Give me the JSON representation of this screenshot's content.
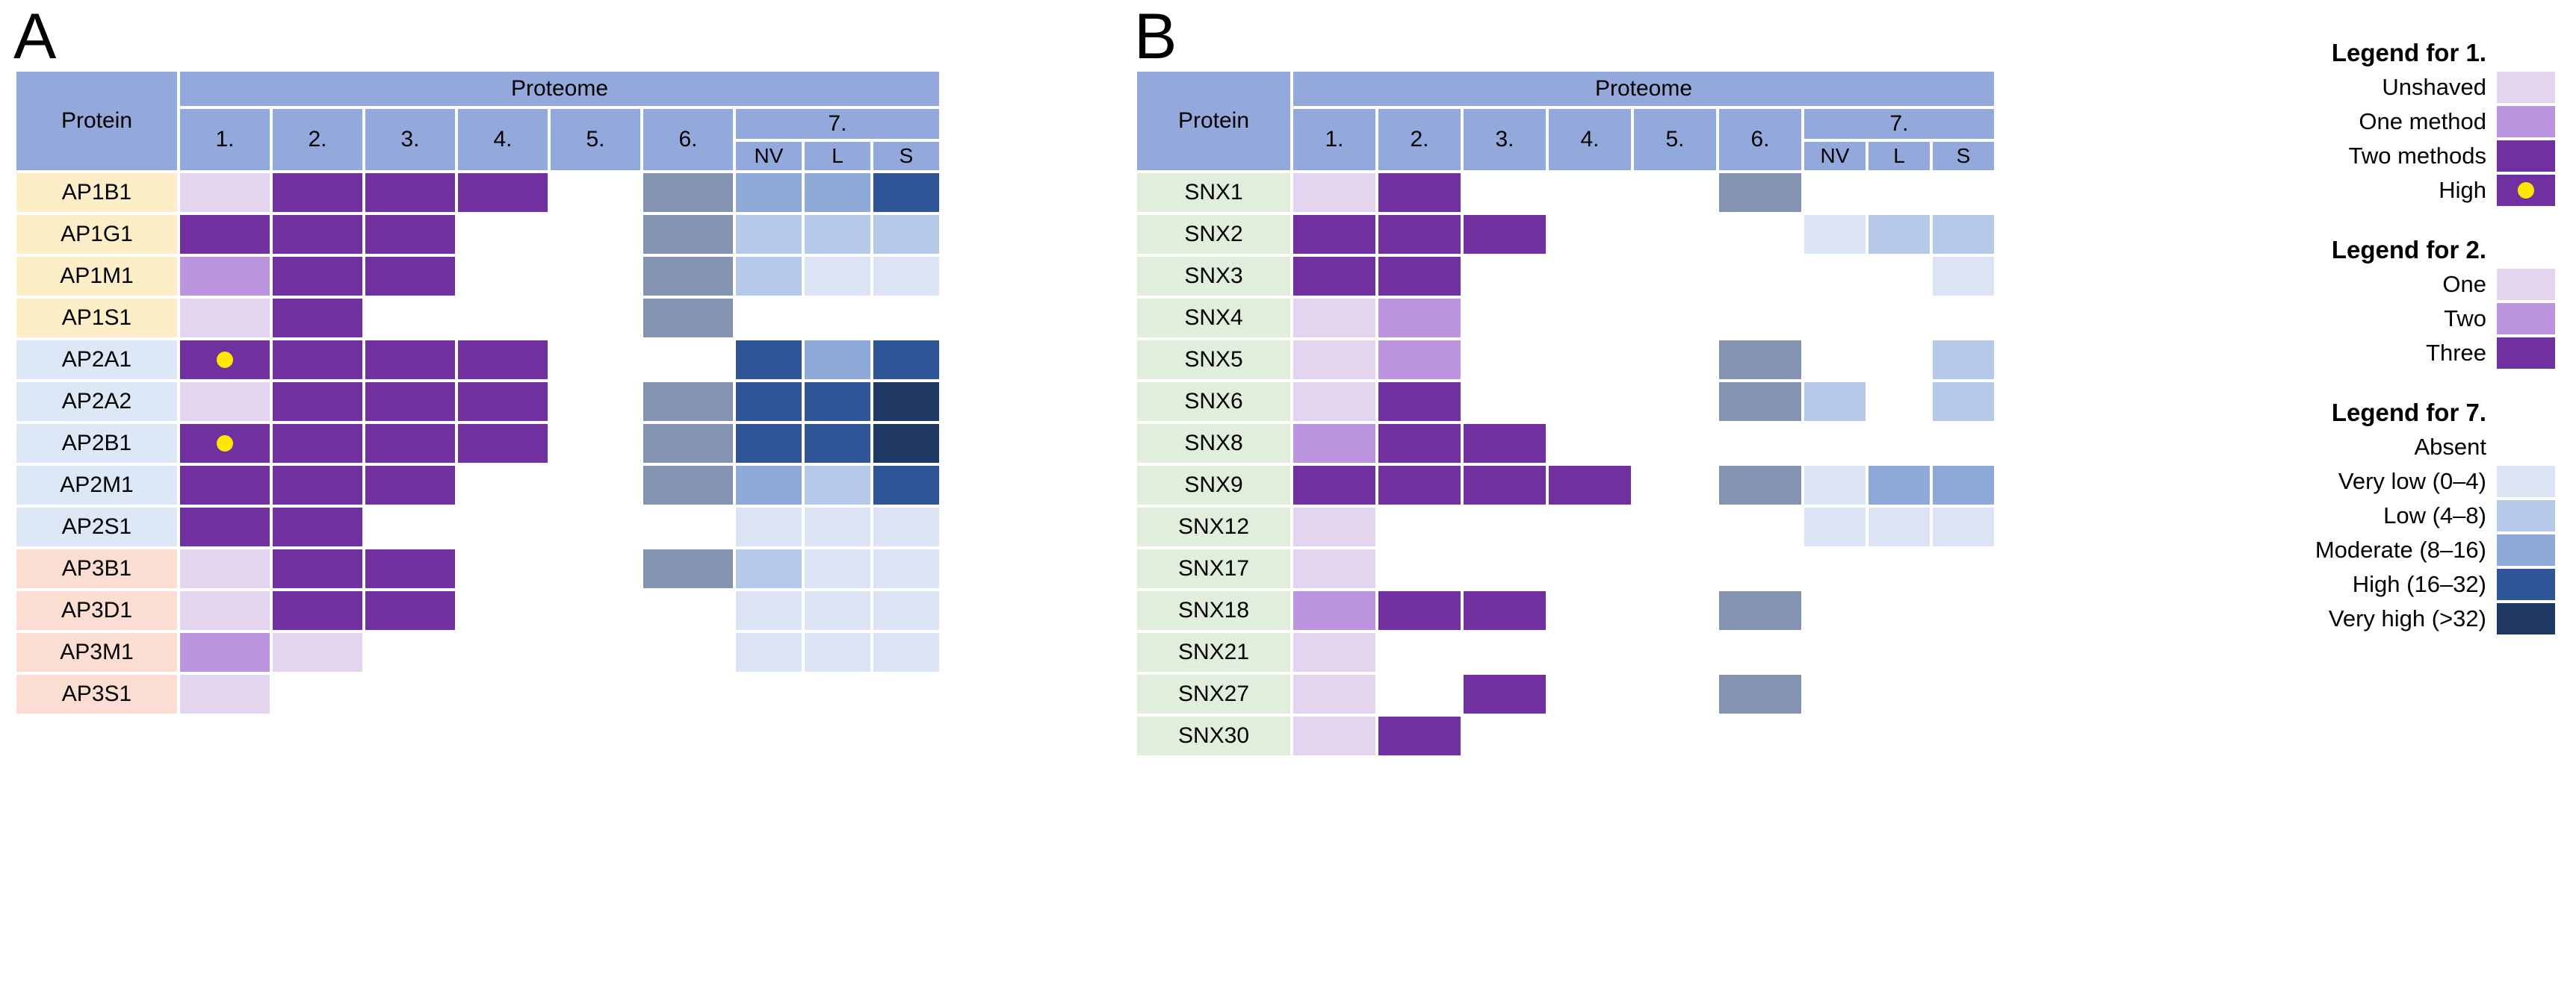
{
  "panels": [
    {
      "letter": "A",
      "protein_header": "Protein",
      "proteome_header": "Proteome",
      "columns": [
        "1.",
        "2.",
        "3.",
        "4.",
        "5.",
        "6."
      ],
      "group7_label": "7.",
      "group7_sub": [
        "NV",
        "L",
        "S"
      ],
      "rows": [
        {
          "protein": "AP1B1",
          "group": "ap1",
          "cells": [
            "p1",
            "p3",
            "p3",
            "p3",
            "e",
            "grey"
          ],
          "sub": [
            "b3",
            "b3",
            "b3",
            "b4"
          ]
        },
        {
          "protein": "AP1G1",
          "group": "ap1",
          "cells": [
            "p3",
            "p3",
            "p3",
            "e",
            "e",
            "grey"
          ],
          "sub": [
            "b2",
            "b2",
            "b2",
            "b2"
          ]
        },
        {
          "protein": "AP1M1",
          "group": "ap1",
          "cells": [
            "p2",
            "p3",
            "p3",
            "e",
            "e",
            "grey"
          ],
          "sub": [
            "b1",
            "b2",
            "b1",
            "b1"
          ]
        },
        {
          "protein": "AP1S1",
          "group": "ap1",
          "cells": [
            "p1",
            "p3",
            "e",
            "e",
            "e",
            "grey"
          ],
          "sub": [
            "b0",
            "b0",
            "b0",
            "b0"
          ]
        },
        {
          "protein": "AP2A1",
          "group": "ap2",
          "cells": [
            "p3d",
            "p3",
            "p3",
            "p3",
            "e",
            "e"
          ],
          "sub": [
            "b4",
            "b4",
            "b3",
            "b4"
          ]
        },
        {
          "protein": "AP2A2",
          "group": "ap2",
          "cells": [
            "p1",
            "p3",
            "p3",
            "p3",
            "e",
            "grey"
          ],
          "sub": [
            "b4",
            "b4",
            "b4",
            "b5"
          ]
        },
        {
          "protein": "AP2B1",
          "group": "ap2",
          "cells": [
            "p3d",
            "p3",
            "p3",
            "p3",
            "e",
            "grey"
          ],
          "sub": [
            "b4",
            "b4",
            "b4",
            "b5"
          ]
        },
        {
          "protein": "AP2M1",
          "group": "ap2",
          "cells": [
            "p3",
            "p3",
            "p3",
            "e",
            "e",
            "grey"
          ],
          "sub": [
            "b3",
            "b3",
            "b2",
            "b4"
          ]
        },
        {
          "protein": "AP2S1",
          "group": "ap2",
          "cells": [
            "p3",
            "p3",
            "e",
            "e",
            "e",
            "e"
          ],
          "sub": [
            "b1",
            "b1",
            "b1",
            "b1"
          ]
        },
        {
          "protein": "AP3B1",
          "group": "ap3",
          "cells": [
            "p1",
            "p3",
            "p3",
            "e",
            "e",
            "grey"
          ],
          "sub": [
            "b1",
            "b2",
            "b1",
            "b1"
          ]
        },
        {
          "protein": "AP3D1",
          "group": "ap3",
          "cells": [
            "p1",
            "p3",
            "p3",
            "e",
            "e",
            "e"
          ],
          "sub": [
            "b1",
            "b1",
            "b1",
            "b1"
          ]
        },
        {
          "protein": "AP3M1",
          "group": "ap3",
          "cells": [
            "p2",
            "p1",
            "e",
            "e",
            "e",
            "e"
          ],
          "sub": [
            "b1",
            "b1",
            "b1",
            "b1"
          ]
        },
        {
          "protein": "AP3S1",
          "group": "ap3",
          "cells": [
            "p1",
            "e",
            "e",
            "e",
            "e",
            "e"
          ],
          "sub": [
            "b0",
            "b0",
            "b0",
            "b0"
          ]
        }
      ]
    },
    {
      "letter": "B",
      "protein_header": "Protein",
      "proteome_header": "Proteome",
      "columns": [
        "1.",
        "2.",
        "3.",
        "4.",
        "5.",
        "6."
      ],
      "group7_label": "7.",
      "group7_sub": [
        "NV",
        "L",
        "S"
      ],
      "rows": [
        {
          "protein": "SNX1",
          "group": "snx",
          "cells": [
            "p1",
            "p3",
            "e",
            "e",
            "e",
            "grey"
          ],
          "sub": [
            "b0",
            "b0",
            "b0",
            "b0"
          ]
        },
        {
          "protein": "SNX2",
          "group": "snx",
          "cells": [
            "p3",
            "p3",
            "p3",
            "e",
            "e",
            "e"
          ],
          "sub": [
            "b1",
            "b1",
            "b2",
            "b2"
          ]
        },
        {
          "protein": "SNX3",
          "group": "snx",
          "cells": [
            "p3",
            "p3",
            "e",
            "e",
            "e",
            "e"
          ],
          "sub": [
            "b0",
            "b0",
            "b0",
            "b1"
          ]
        },
        {
          "protein": "SNX4",
          "group": "snx",
          "cells": [
            "p1",
            "p2",
            "e",
            "e",
            "e",
            "e"
          ],
          "sub": [
            "b0",
            "b0",
            "b0",
            "b0"
          ]
        },
        {
          "protein": "SNX5",
          "group": "snx",
          "cells": [
            "p1",
            "p2",
            "e",
            "e",
            "e",
            "grey"
          ],
          "sub": [
            "b1",
            "b0",
            "b0",
            "b2"
          ]
        },
        {
          "protein": "SNX6",
          "group": "snx",
          "cells": [
            "p1",
            "p3",
            "e",
            "e",
            "e",
            "grey"
          ],
          "sub": [
            "b1",
            "b2",
            "b0",
            "b2"
          ]
        },
        {
          "protein": "SNX8",
          "group": "snx",
          "cells": [
            "p2",
            "p3",
            "p3",
            "e",
            "e",
            "e"
          ],
          "sub": [
            "b0",
            "b0",
            "b0",
            "b0"
          ]
        },
        {
          "protein": "SNX9",
          "group": "snx",
          "cells": [
            "p3",
            "p3",
            "p3",
            "p3",
            "e",
            "grey"
          ],
          "sub": [
            "b2",
            "b1",
            "b3",
            "b3"
          ]
        },
        {
          "protein": "SNX12",
          "group": "snx",
          "cells": [
            "p1",
            "e",
            "e",
            "e",
            "e",
            "e"
          ],
          "sub": [
            "b0",
            "b1",
            "b1",
            "b1"
          ]
        },
        {
          "protein": "SNX17",
          "group": "snx",
          "cells": [
            "p1",
            "e",
            "e",
            "e",
            "e",
            "e"
          ],
          "sub": [
            "b0",
            "b0",
            "b0",
            "b0"
          ]
        },
        {
          "protein": "SNX18",
          "group": "snx",
          "cells": [
            "p2",
            "p3",
            "p3",
            "e",
            "e",
            "grey"
          ],
          "sub": [
            "b0",
            "b0",
            "b0",
            "b0"
          ]
        },
        {
          "protein": "SNX21",
          "group": "snx",
          "cells": [
            "p1",
            "e",
            "e",
            "e",
            "e",
            "e"
          ],
          "sub": [
            "b0",
            "b0",
            "b0",
            "b0"
          ]
        },
        {
          "protein": "SNX27",
          "group": "snx",
          "cells": [
            "p1",
            "e",
            "p3",
            "e",
            "e",
            "grey"
          ],
          "sub": [
            "b0",
            "b0",
            "b0",
            "b0"
          ]
        },
        {
          "protein": "SNX30",
          "group": "snx",
          "cells": [
            "p1",
            "p3",
            "e",
            "e",
            "e",
            "e"
          ],
          "sub": [
            "b0",
            "b0",
            "b0",
            "b0"
          ]
        }
      ]
    }
  ],
  "legends": [
    {
      "title": "Legend for 1.",
      "items": [
        {
          "label": "Unshaved",
          "swatch": "p1",
          "dot": false
        },
        {
          "label": "One method",
          "swatch": "p2",
          "dot": false
        },
        {
          "label": "Two methods",
          "swatch": "p3",
          "dot": false
        },
        {
          "label": "High",
          "swatch": "p3",
          "dot": true
        }
      ]
    },
    {
      "title": "Legend for 2.",
      "items": [
        {
          "label": "One",
          "swatch": "p1",
          "dot": false
        },
        {
          "label": "Two",
          "swatch": "p2",
          "dot": false
        },
        {
          "label": "Three",
          "swatch": "p3",
          "dot": false
        }
      ]
    },
    {
      "title": "Legend for 7.",
      "items": [
        {
          "label": "Absent",
          "swatch": "b0",
          "dot": false
        },
        {
          "label": "Very low (0–4)",
          "swatch": "b1",
          "dot": false
        },
        {
          "label": "Low (4–8)",
          "swatch": "b2",
          "dot": false
        },
        {
          "label": "Moderate (8–16)",
          "swatch": "b3",
          "dot": false
        },
        {
          "label": "High (16–32)",
          "swatch": "b4",
          "dot": false
        },
        {
          "label": "Very high (>32)",
          "swatch": "b5",
          "dot": false
        }
      ]
    }
  ],
  "colors": {
    "header_blue": "#93a9dc",
    "group_ap1": "#fdeec8",
    "group_ap2": "#dce8f6",
    "group_ap3": "#fbddd2",
    "group_snx": "#e2eedc",
    "purple_unshaved": "#e3d4ef",
    "purple_one": "#bb95dd",
    "purple_two": "#7030a0",
    "grey": "#8494b0",
    "blue_very_low": "#dce3f4",
    "blue_low": "#b6c8e8",
    "blue_moderate": "#8daad9",
    "blue_high": "#2f5596",
    "blue_very_high": "#1f3864",
    "dot_yellow": "#ffe800"
  }
}
